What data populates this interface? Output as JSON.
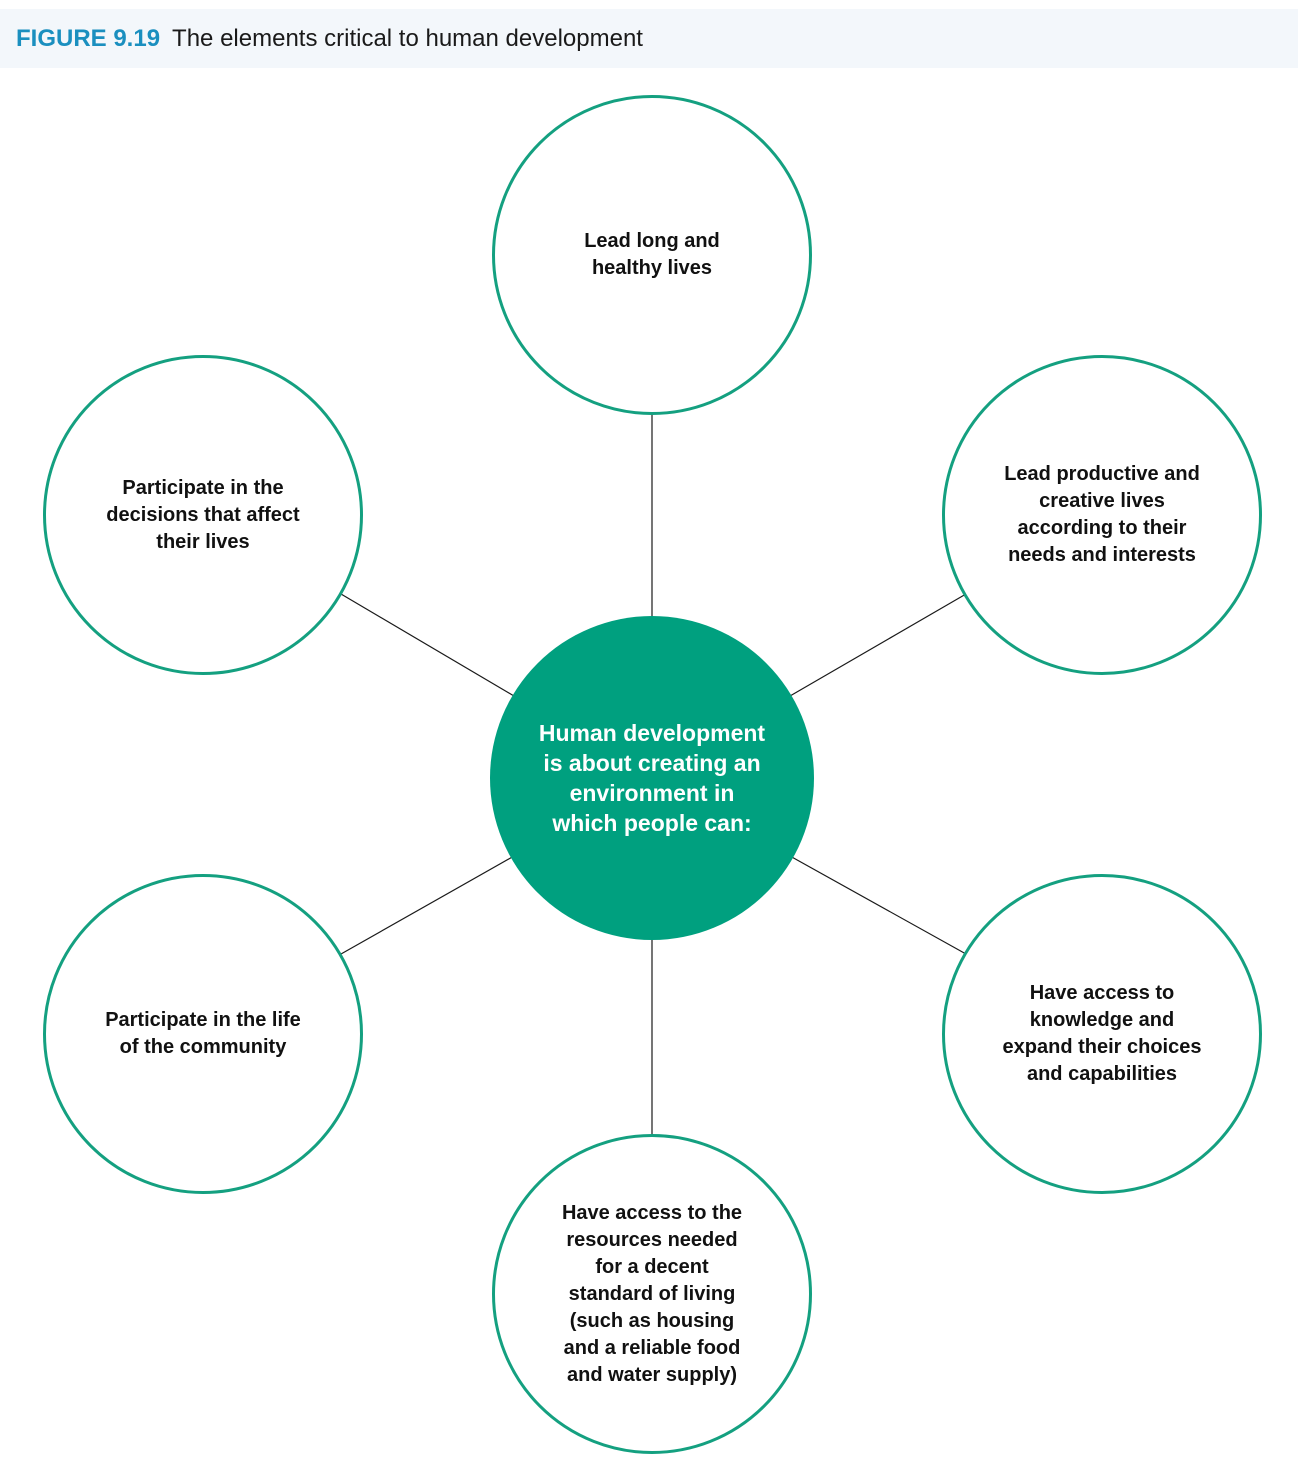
{
  "figure": {
    "label": "FIGURE 9.19",
    "title": "The elements critical to human development"
  },
  "diagram": {
    "center": "Human development is about creating an environment in which people can:",
    "nodes": [
      {
        "id": "top",
        "text": "Lead long and healthy lives"
      },
      {
        "id": "upper-right",
        "text": "Lead productive and creative lives according to their needs and interests"
      },
      {
        "id": "lower-right",
        "text": "Have access to knowledge and expand their choices and capabilities"
      },
      {
        "id": "bottom",
        "text": "Have access to the resources needed for a decent standard of living (such as housing and a reliable food and water supply)"
      },
      {
        "id": "lower-left",
        "text": "Participate in the life of the community"
      },
      {
        "id": "upper-left",
        "text": "Participate in the decisions that affect their lives"
      }
    ]
  },
  "colors": {
    "accent": "#00a07f",
    "outline": "#14a080",
    "figure_label": "#1a8fbf",
    "header_bg": "#f3f7fb"
  }
}
